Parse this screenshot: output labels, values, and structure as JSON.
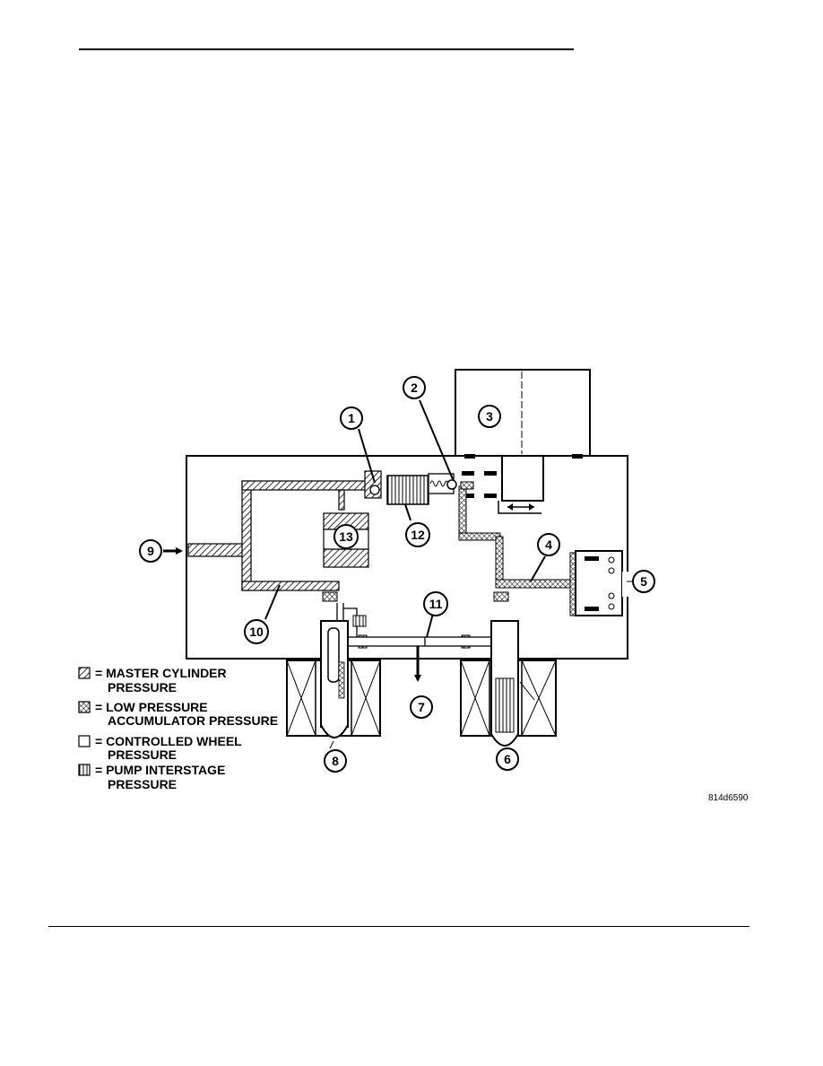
{
  "figure_code": "814d6590",
  "callouts": {
    "c1": "1",
    "c2": "2",
    "c3": "3",
    "c4": "4",
    "c5": "5",
    "c6": "6",
    "c7": "7",
    "c8": "8",
    "c9": "9",
    "c10": "10",
    "c11": "11",
    "c12": "12",
    "c13": "13"
  },
  "legend": {
    "master_l1": "= MASTER CYLINDER",
    "master_l2": "PRESSURE",
    "low_l1": "= LOW PRESSURE",
    "low_l2": "ACCUMULATOR PRESSURE",
    "wheel_l1": "= CONTROLLED WHEEL",
    "wheel_l2": "PRESSURE",
    "pump_l1": "= PUMP INTERSTAGE",
    "pump_l2": "PRESSURE"
  },
  "patterns": {
    "master": "diagonal-hatch",
    "low": "cross-hatch",
    "wheel": "white",
    "pump": "vertical-lines"
  }
}
